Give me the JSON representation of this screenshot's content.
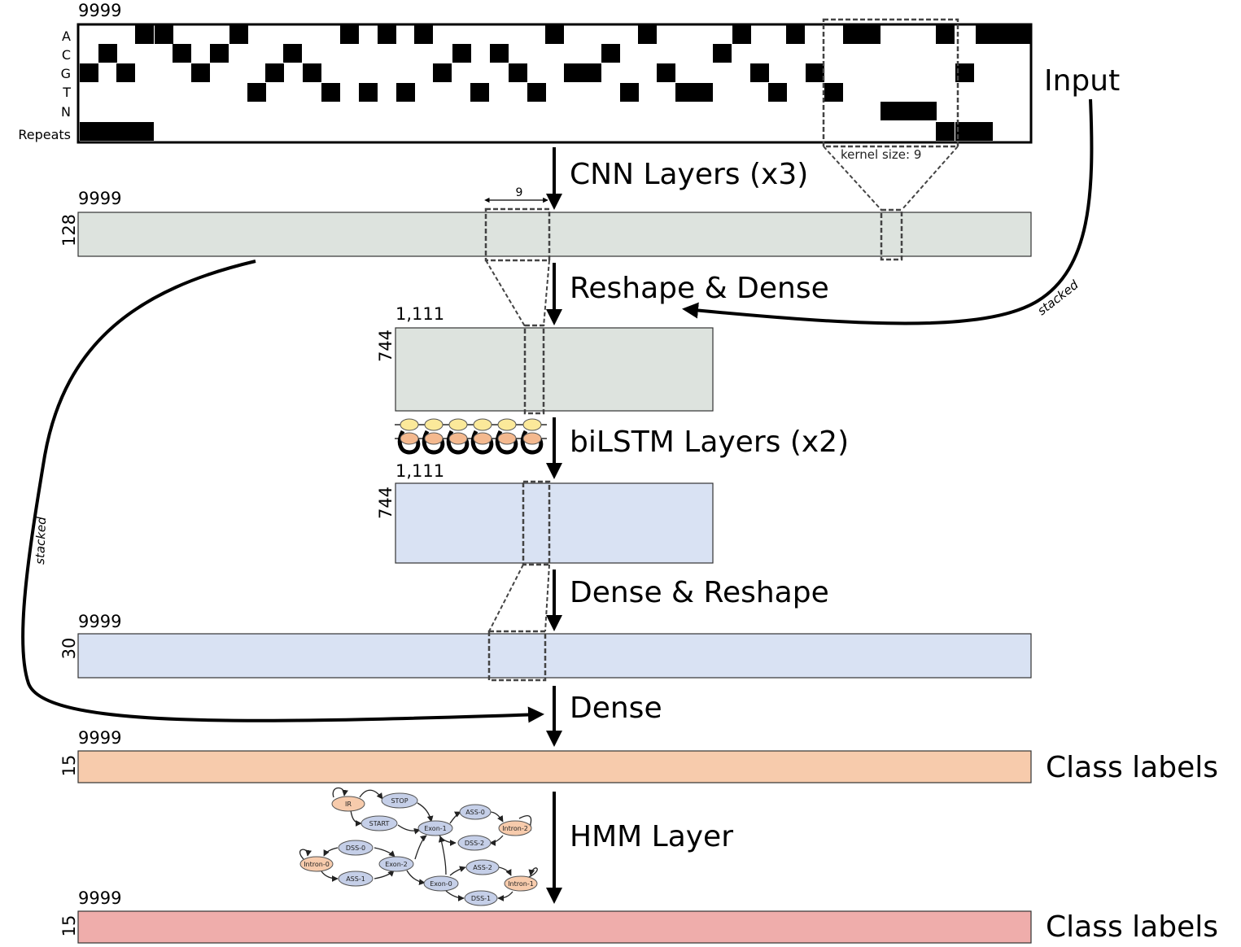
{
  "input_block": {
    "length": "9999",
    "rows": [
      "A",
      "C",
      "G",
      "T",
      "N",
      "Repeats"
    ],
    "label": "Input",
    "kernel_label": "kernel size: 9",
    "colors": {
      "cell": "#000000",
      "background": "#ffffff"
    }
  },
  "steps": {
    "cnn": "CNN Layers (x3)",
    "reshape_dense": "Reshape & Dense",
    "bilstm": "biLSTM Layers (x2)",
    "dense_reshape": "Dense & Reshape",
    "dense": "Dense",
    "hmm": "HMM Layer"
  },
  "stacked_label": "stacked",
  "window_size": "9",
  "tensors": {
    "cnn_out": {
      "length": "9999",
      "depth": "128",
      "color": "#dde3de"
    },
    "dense_out": {
      "length": "1,111",
      "depth": "744",
      "color": "#dde3de"
    },
    "lstm_out": {
      "length": "1,111",
      "depth": "744",
      "color": "#d9e2f3"
    },
    "reshape_out": {
      "length": "9999",
      "depth": "30",
      "color": "#d9e2f3"
    },
    "class_out": {
      "length": "9999",
      "depth": "15",
      "color": "#f7cbac",
      "label": "Class labels"
    },
    "hmm_out": {
      "length": "9999",
      "depth": "15",
      "color": "#efadab",
      "label": "Class labels"
    }
  },
  "hmm_states": {
    "IR": "IR",
    "STOP": "STOP",
    "START": "START",
    "Exon-1": "Exon-1",
    "ASS-0": "ASS-0",
    "Intron-2": "Intron-2",
    "DSS-2": "DSS-2",
    "DSS-0": "DSS-0",
    "Intron-0": "Intron-0",
    "Exon-2": "Exon-2",
    "ASS-1": "ASS-1",
    "ASS-2": "ASS-2",
    "Exon-0": "Exon-0",
    "Intron-1": "Intron-1",
    "DSS-1": "DSS-1"
  },
  "hmm_colors": {
    "intron_ir": "#f7cbac",
    "other": "#c5cfe8"
  }
}
